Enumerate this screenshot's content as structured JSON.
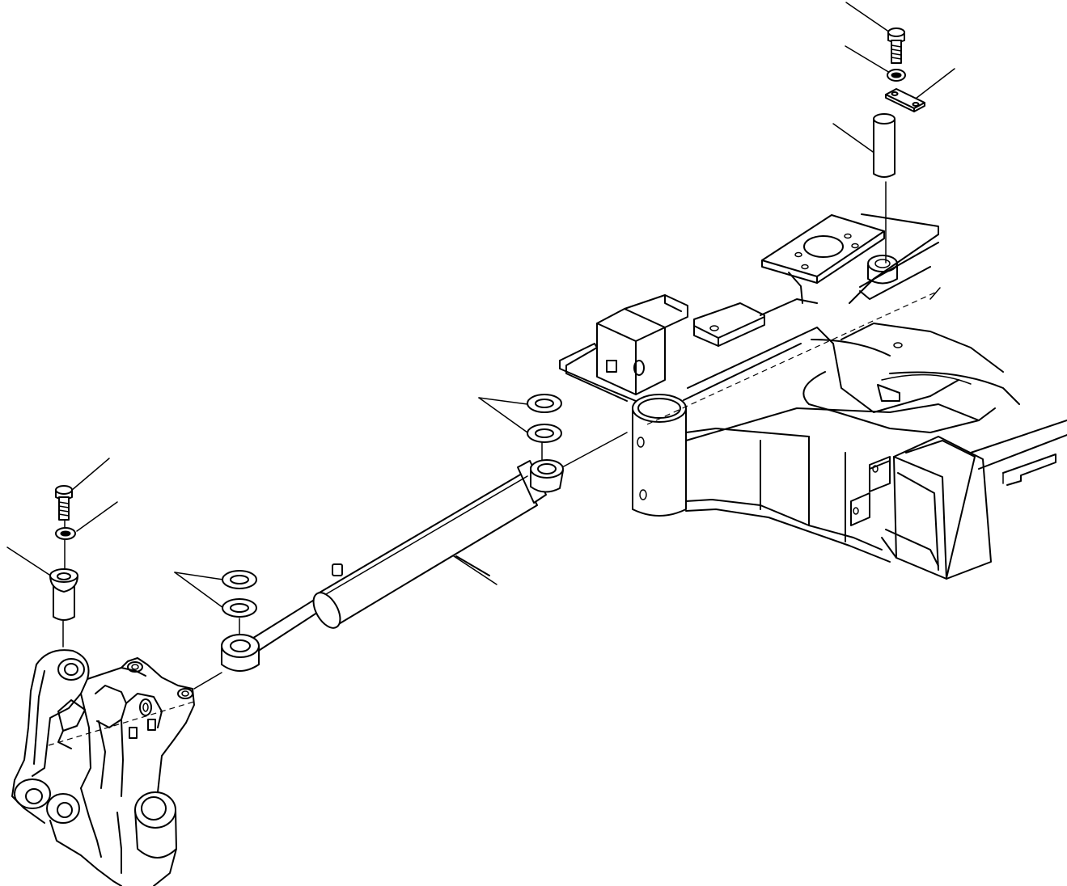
{
  "figure": {
    "background": "#ffffff",
    "line_color": "#000000",
    "parts": [
      "bolt-top-right",
      "washer-top-right",
      "lock-plate-top-right",
      "pin-top-right",
      "axle-frame",
      "washer-pair-right",
      "steering-cylinder",
      "washer-pair-left",
      "bolt-left",
      "washer-left",
      "pin-left",
      "steering-knuckle"
    ]
  }
}
